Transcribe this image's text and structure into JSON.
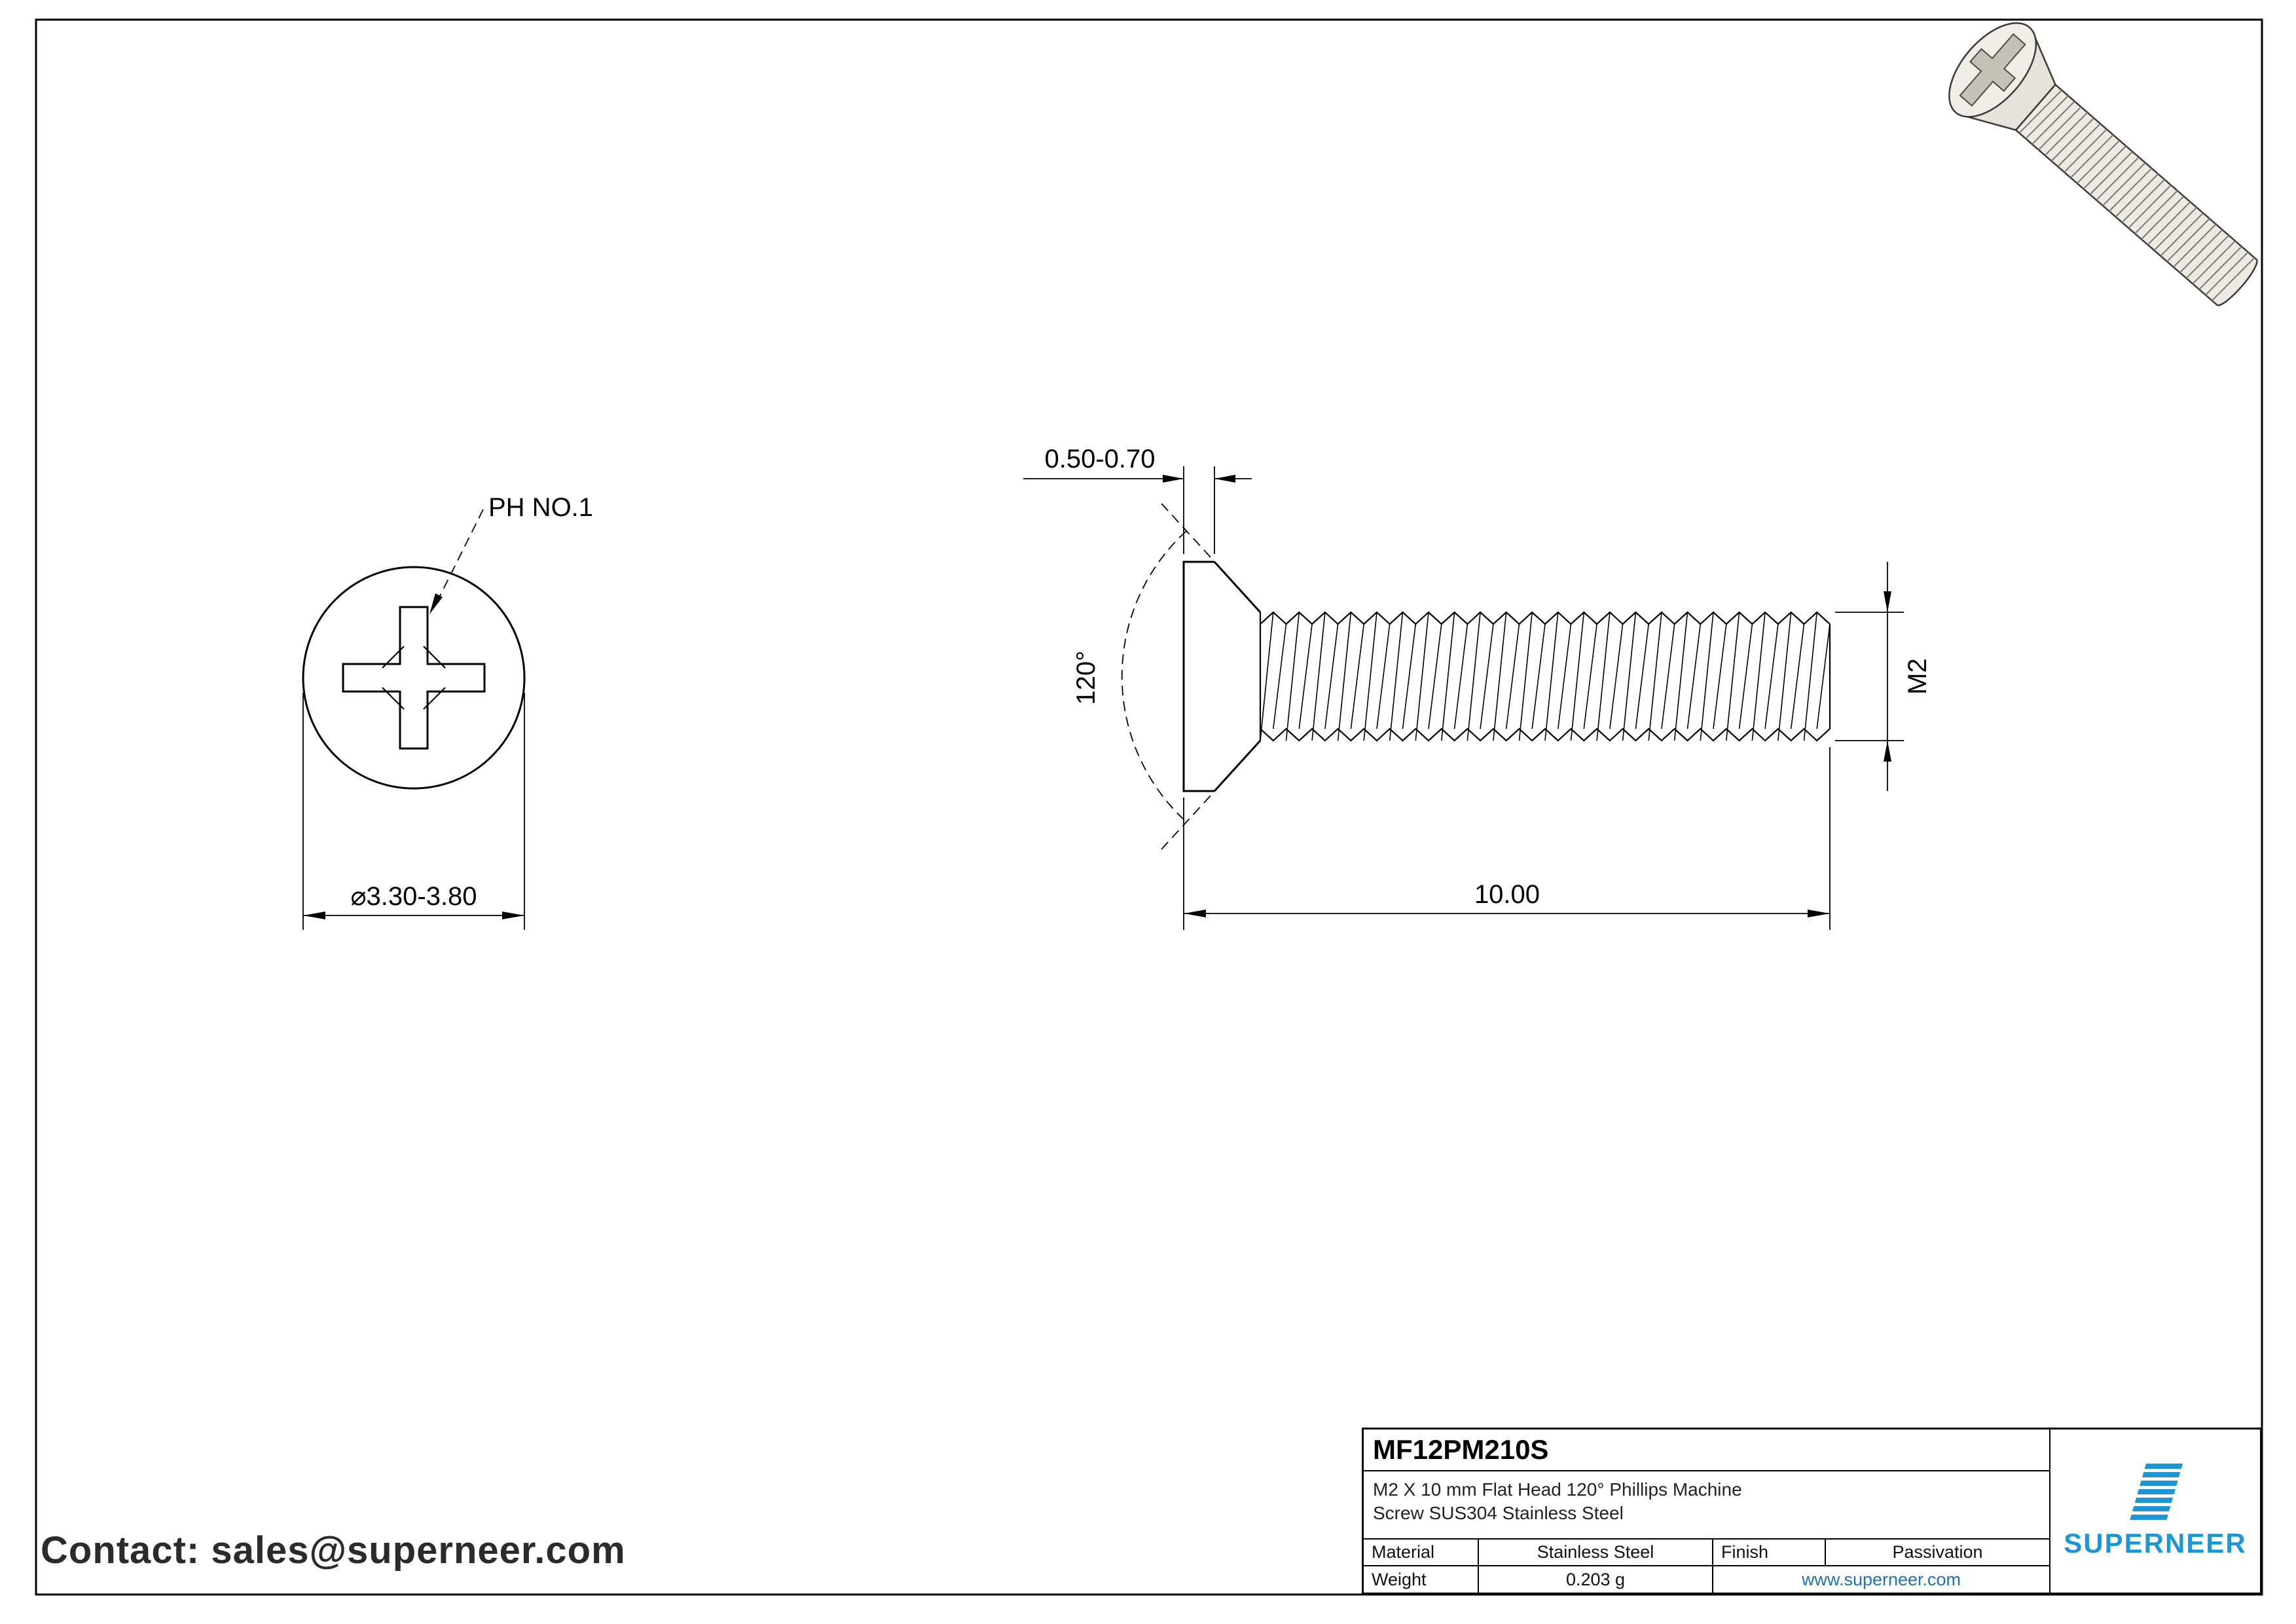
{
  "page": {
    "background": "#ffffff",
    "line_color": "#000000"
  },
  "contact": {
    "text": "Contact: sales@superneer.com"
  },
  "front_view": {
    "recess_label": "PH NO.1",
    "head_diameter": "⌀3.30-3.80"
  },
  "side_view": {
    "head_edge_thickness": "0.50-0.70",
    "head_angle": "120°",
    "thread_size": "M2",
    "length": "10.00"
  },
  "title_block": {
    "part_number": "MF12PM210S",
    "description_line1": "M2 X 10 mm  Flat Head 120° Phillips Machine",
    "description_line2": "Screw SUS304 Stainless Steel",
    "material_label": "Material",
    "material_value": "Stainless Steel",
    "finish_label": "Finish",
    "finish_value": "Passivation",
    "weight_label": "Weight",
    "weight_value": "0.203 g",
    "website": "www.superneer.com",
    "brand": "SUPERNEER"
  },
  "colors": {
    "brand_blue": "#1e96d6",
    "link_blue": "#1d71b8"
  }
}
